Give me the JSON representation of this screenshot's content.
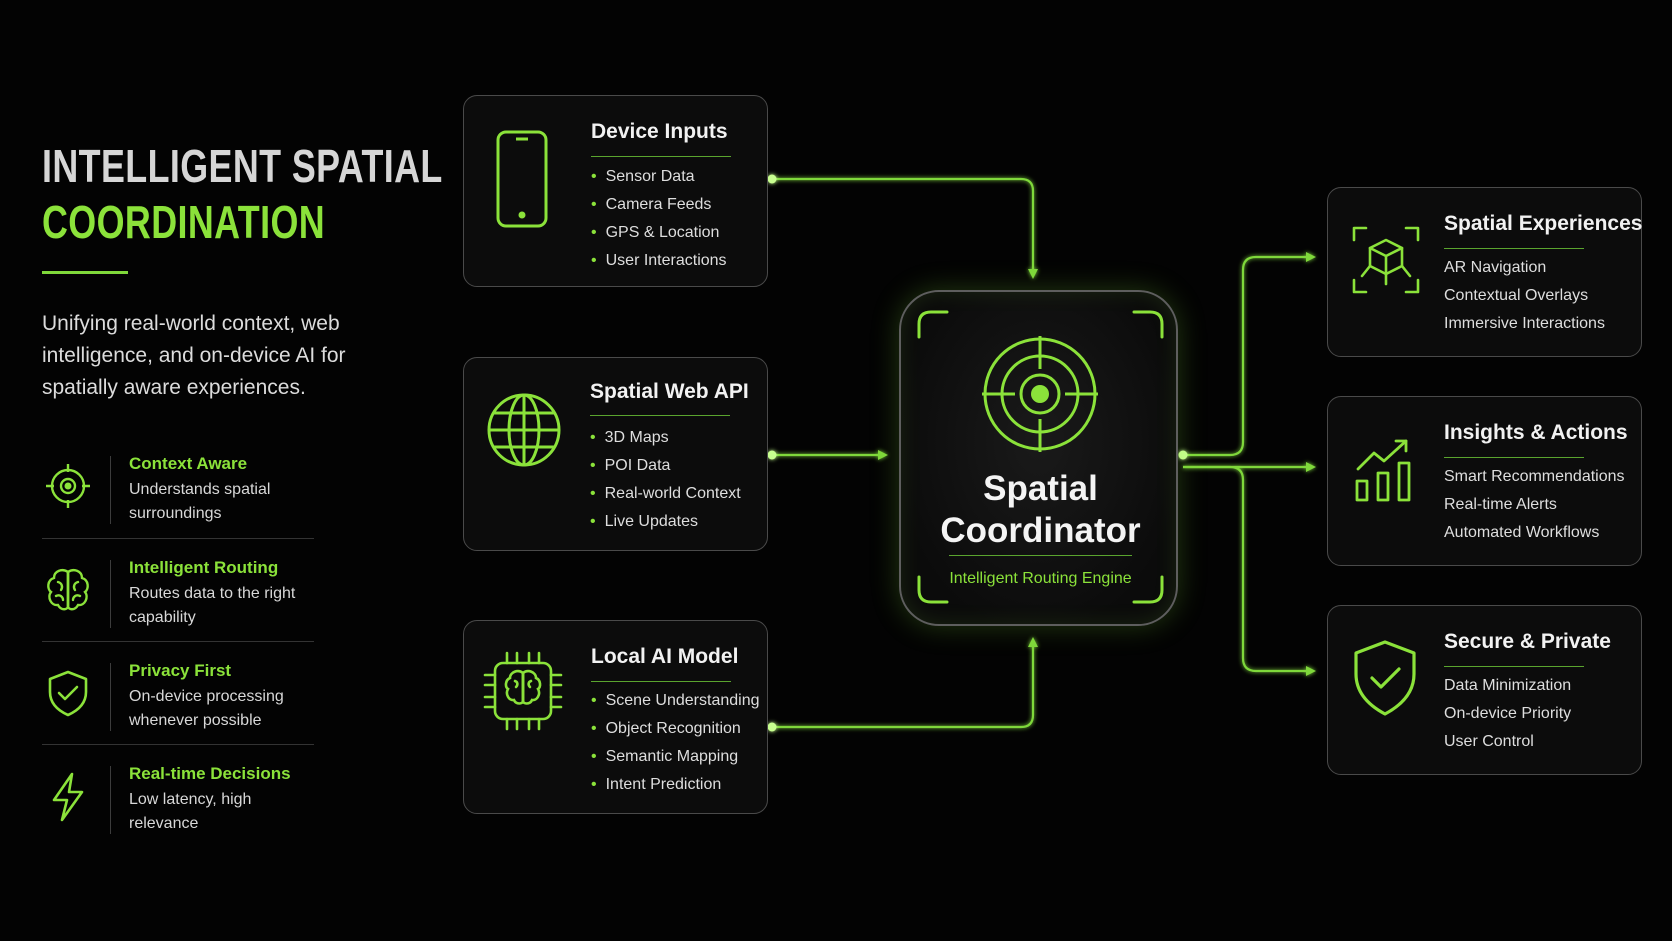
{
  "left_panel": {
    "title_line1": "INTELLIGENT SPATIAL",
    "title_line2": "COORDINATION",
    "subtitle": "Unifying real-world context, web intelligence, and on-device AI for spatially aware experiences.",
    "features": [
      {
        "icon": "crosshair-target-icon",
        "name": "Context Aware",
        "desc": "Understands spatial surroundings"
      },
      {
        "icon": "brain-icon",
        "name": "Intelligent Routing",
        "desc": "Routes data to the right capability"
      },
      {
        "icon": "shield-check-icon",
        "name": "Privacy First",
        "desc": "On-device processing whenever possible"
      },
      {
        "icon": "lightning-bolt-icon",
        "name": "Real-time Decisions",
        "desc": "Low latency, high relevance"
      }
    ]
  },
  "inputs": [
    {
      "icon": "smartphone-icon",
      "title": "Device Inputs",
      "items": [
        "Sensor Data",
        "Camera Feeds",
        "GPS & Location",
        "User Interactions"
      ]
    },
    {
      "icon": "globe-icon",
      "title": "Spatial Web API",
      "items": [
        "3D Maps",
        "POI Data",
        "Real-world Context",
        "Live Updates"
      ]
    },
    {
      "icon": "ai-chip-brain-icon",
      "title": "Local AI Model",
      "items": [
        "Scene Understanding",
        "Object Recognition",
        "Semantic Mapping",
        "Intent Prediction"
      ]
    }
  ],
  "hub": {
    "icon": "radar-target-icon",
    "title_line1": "Spatial",
    "title_line2": "Coordinator",
    "subtitle": "Intelligent Routing Engine"
  },
  "outputs": [
    {
      "icon": "ar-cube-scan-icon",
      "title": "Spatial Experiences",
      "items": [
        "AR Navigation",
        "Contextual Overlays",
        "Immersive Interactions"
      ]
    },
    {
      "icon": "growth-chart-icon",
      "title": "Insights & Actions",
      "items": [
        "Smart Recommendations",
        "Real-time Alerts",
        "Automated Workflows"
      ]
    },
    {
      "icon": "shield-check-icon",
      "title": "Secure & Private",
      "items": [
        "Data Minimization",
        "On-device Priority",
        "User Control"
      ]
    }
  ],
  "colors": {
    "background": "#030303",
    "accent": "#8be23a",
    "card_border": "#4a4a4a",
    "text": "#e8e8e8"
  }
}
